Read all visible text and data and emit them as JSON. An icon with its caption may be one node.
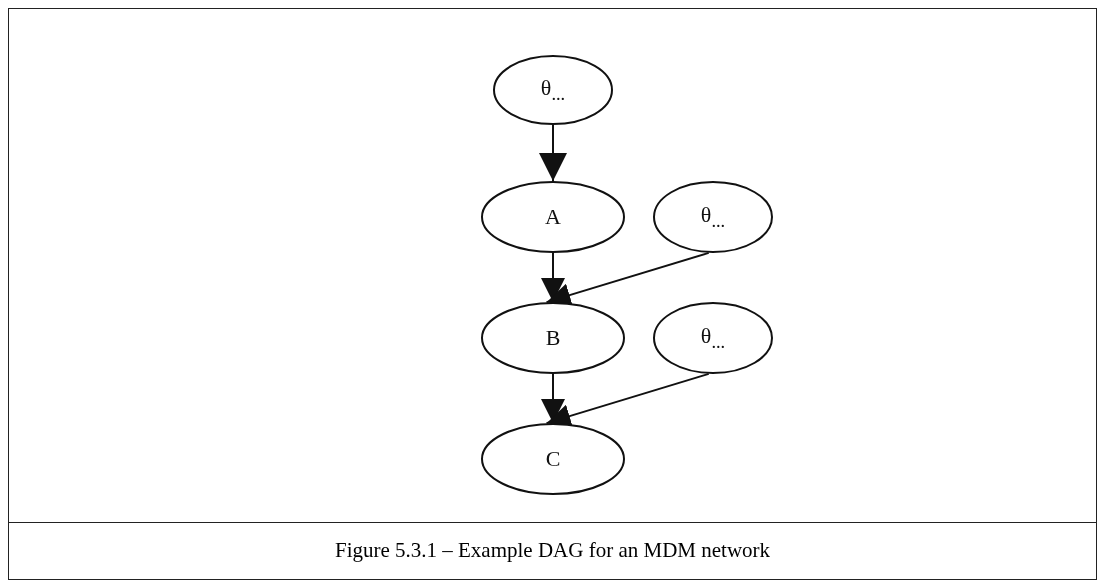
{
  "diagram": {
    "caption": "Figure 5.3.1 – Example DAG for an MDM network",
    "nodes": [
      {
        "text": [
          "θ$_{...}$"
        ]
      },
      {
        "text": [
          "A"
        ]
      },
      {
        "text": [
          "θ$_{...}$"
        ]
      },
      {
        "text": [
          "B"
        ]
      },
      {
        "text": [
          "θ$_{...}$"
        ]
      },
      {
        "text": [
          "C"
        ]
      }
    ],
    "edges": [
      {
        "from": 0,
        "to": 1,
        "arrow": "to"
      },
      {
        "from": 1,
        "to": 3,
        "arrow": "to"
      },
      {
        "from": 2,
        "to": 3,
        "arrow": "to"
      },
      {
        "from": 3,
        "to": 5,
        "arrow": "to"
      },
      {
        "from": 4,
        "to": 5,
        "arrow": "to"
      }
    ]
  }
}
